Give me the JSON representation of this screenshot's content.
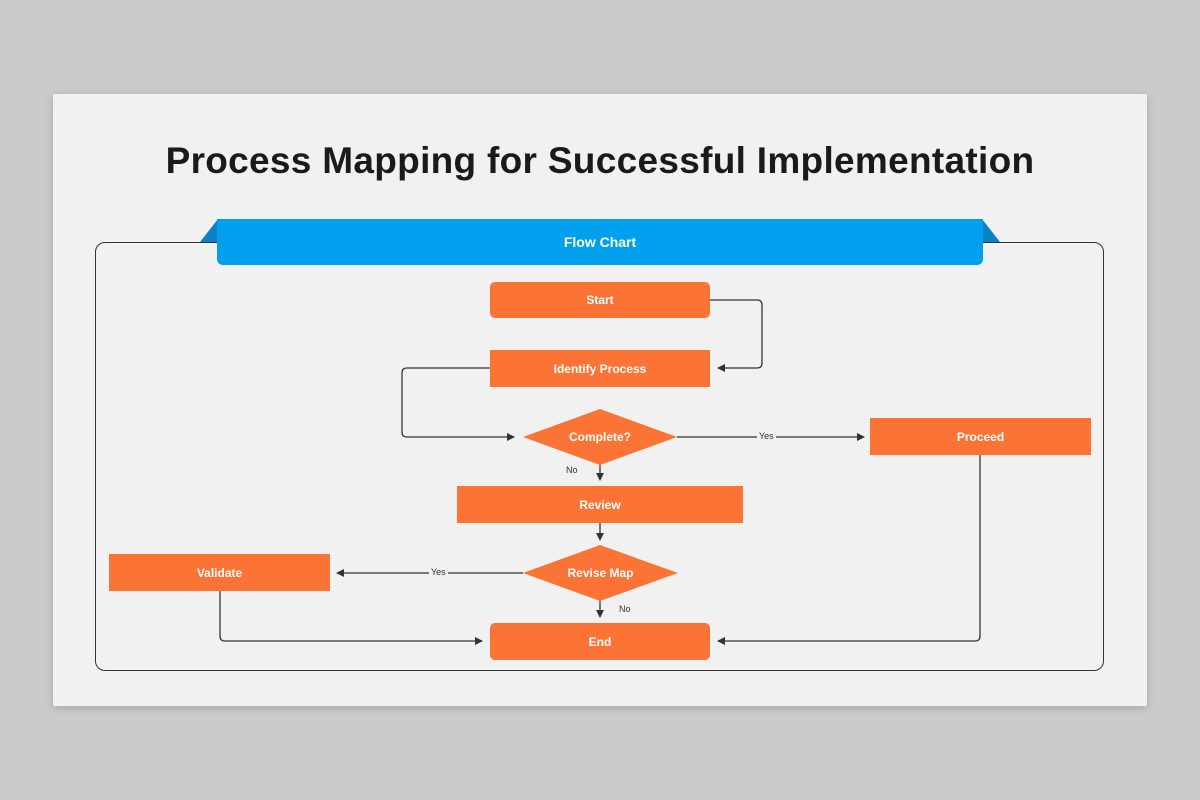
{
  "title": "Process Mapping for Successful Implementation",
  "banner": "Flow Chart",
  "nodes": {
    "start": "Start",
    "identify": "Identify Process",
    "complete": "Complete?",
    "proceed": "Proceed",
    "review": "Review",
    "revise": "Revise Map",
    "validate": "Validate",
    "end": "End"
  },
  "edges": {
    "complete_yes": "Yes",
    "complete_no": "No",
    "revise_yes": "Yes",
    "revise_no": "No"
  },
  "colors": {
    "background": "#cbcbcb",
    "slide": "#f1f1f1",
    "banner": "#01a0ee",
    "node": "#fb7435",
    "line": "#333333"
  }
}
